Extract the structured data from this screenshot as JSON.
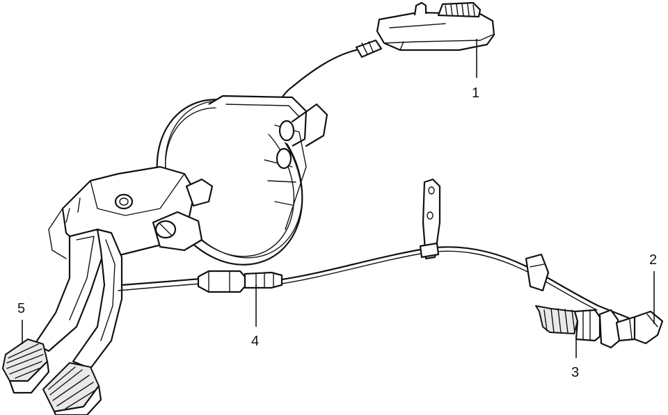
{
  "callouts": [
    {
      "id": "1",
      "label": "1"
    },
    {
      "id": "2",
      "label": "2"
    },
    {
      "id": "3",
      "label": "3"
    },
    {
      "id": "4",
      "label": "4"
    },
    {
      "id": "5",
      "label": "5"
    }
  ],
  "colors": {
    "line": "#111111",
    "background": "#ffffff",
    "shade": "#e9e9e9"
  }
}
